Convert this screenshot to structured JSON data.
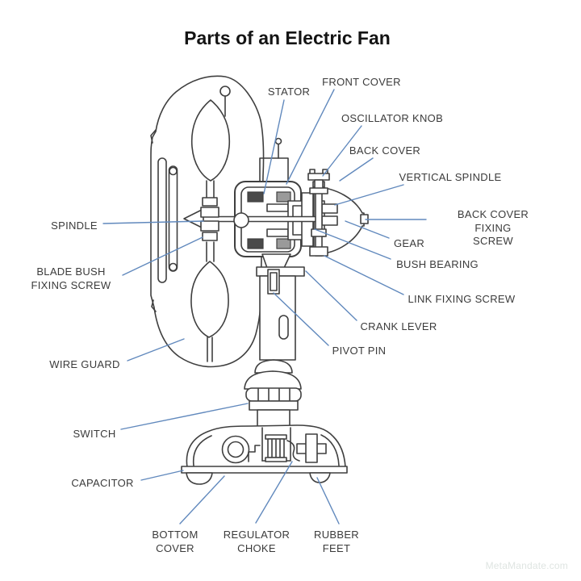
{
  "title": "Parts of an Electric Fan",
  "watermark": "MetaMandate.com",
  "labels": {
    "stator": "STATOR",
    "front_cover": "FRONT COVER",
    "oscillator_knob": "OSCILLATOR KNOB",
    "back_cover": "BACK COVER",
    "vertical_spindle": "VERTICAL SPINDLE",
    "back_cover_fixing_screw": "BACK COVER FIXING\nSCREW",
    "gear": "GEAR",
    "bush_bearing": "BUSH BEARING",
    "link_fixing_screw": "LINK FIXING SCREW",
    "crank_lever": "CRANK LEVER",
    "pivot_pin": "PIVOT PIN",
    "spindle": "SPINDLE",
    "blade_bush_fixing_screw": "BLADE BUSH\nFIXING SCREW",
    "wire_guard": "WIRE GUARD",
    "switch": "SWITCH",
    "capacitor": "CAPACITOR",
    "bottom_cover": "BOTTOM\nCOVER",
    "regulator_choke": "REGULATOR\nCHOKE",
    "rubber_feet": "RUBBER\nFEET"
  },
  "colors": {
    "leader_line": "#6189bd",
    "line_art": "#3f3f3f",
    "label_text": "#3b3b3b",
    "title_text": "#141414",
    "watermark_text": "#dfe5e2",
    "background": "#ffffff"
  }
}
